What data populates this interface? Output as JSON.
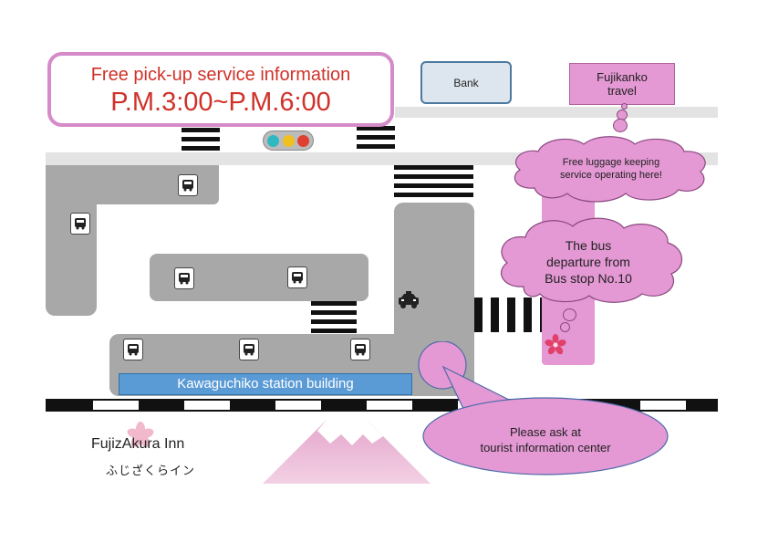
{
  "promo": {
    "title": "Free pick-up service information",
    "time": "P.M.3:00~P.M.6:00"
  },
  "places": {
    "bank": "Bank",
    "travel_line1": "Fujikanko",
    "travel_line2": "travel",
    "station": "Kawaguchiko station building"
  },
  "bubbles": {
    "luggage_line1": "Free luggage keeping",
    "luggage_line2": "service operating here!",
    "bus_line1": "The bus",
    "bus_line2": "departure from",
    "bus_line3": "Bus stop No.10",
    "info_line1": "Please ask at",
    "info_line2": "tourist information center"
  },
  "logo": {
    "name": "FujizAkura Inn",
    "kana": "ふじざくらイン"
  },
  "icons": {
    "bus_stop": "bus-icon",
    "taxi": "taxi-icon",
    "traffic_light": "traffic-light-icon",
    "sakura": "sakura-icon",
    "mountain": "mount-fuji-icon"
  },
  "colors": {
    "pink_accent": "#e498d4",
    "promo_text": "#d0322a",
    "station_blue": "#5b9bd5",
    "road_gray": "#a8a8a8"
  }
}
